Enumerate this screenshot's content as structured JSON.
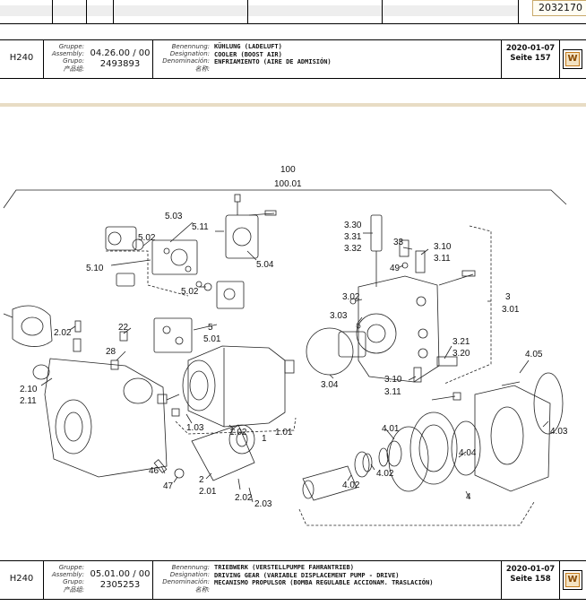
{
  "top_row": {
    "doc_number": "2032170"
  },
  "header_block": {
    "code": "H240",
    "labels": [
      "Gruppe:",
      "Assembly:",
      "Grupo:",
      "产品组:"
    ],
    "assembly": "04.26.00 / 00",
    "group": "2493893",
    "name_labels": [
      "Benennung:",
      "Designation:",
      "Denominación:",
      "名称:"
    ],
    "names": [
      "KÜHLUNG (LADELUFT)",
      "COOLER (BOOST AIR)",
      "ENFRIAMIENTO (AIRE DE ADMISIÓN)"
    ],
    "date": "2020-01-07",
    "page": "Seite 157",
    "logo": "W"
  },
  "footer_block": {
    "code": "H240",
    "labels": [
      "Gruppe:",
      "Assembly:",
      "Grupo:",
      "产品组:"
    ],
    "assembly": "05.01.00 / 00",
    "group": "2305253",
    "name_labels": [
      "Benennung:",
      "Designation:",
      "Denominación:",
      "名称:"
    ],
    "names": [
      "TRIEBWERK (VERSTELLPUMPE FAHRANTRIEB)",
      "DRIVING GEAR (VARIABLE DISPLACEMENT PUMP - DRIVE)",
      "MECANISMO PROPULSOR (BOMBA REGULABLE ACCIONAM. TRASLACIÓN)"
    ],
    "date": "2020-01-07",
    "page": "Seite 158",
    "logo": "W"
  },
  "diagram_labels": {
    "a100": "100",
    "a10001": "100.01",
    "a503": "5.03",
    "a502": "5.02",
    "a511": "5.11",
    "a510": "5.10",
    "a504": "5.04",
    "a502b": "5.02",
    "a5": "5",
    "a501": "5.01",
    "a22": "22",
    "a28": "28",
    "a202": "2.02",
    "a210": "2.10",
    "a211": "2.11",
    "a330": "3.30",
    "a331": "3.31",
    "a332": "3.32",
    "a33": "33",
    "a310": "3.10",
    "a311": "3.11",
    "a49": "49",
    "a302": "3.02",
    "a303": "3.03",
    "a3": "3",
    "a301": "3.01",
    "a321": "3.21",
    "a320": "3.20",
    "a304": "3.04",
    "a310b": "3.10",
    "a311b": "3.11",
    "a405": "4.05",
    "a103": "1.03",
    "a102": "1.02",
    "a1": "1",
    "a101": "1.01",
    "a46": "46",
    "a47": "47",
    "a2": "2",
    "a201": "2.01",
    "a202b": "2.02",
    "a203": "2.03",
    "a401": "4.01",
    "a403": "4.03",
    "a404": "4.04",
    "a402": "4.02",
    "a402b": "4.02",
    "a4": "4"
  }
}
